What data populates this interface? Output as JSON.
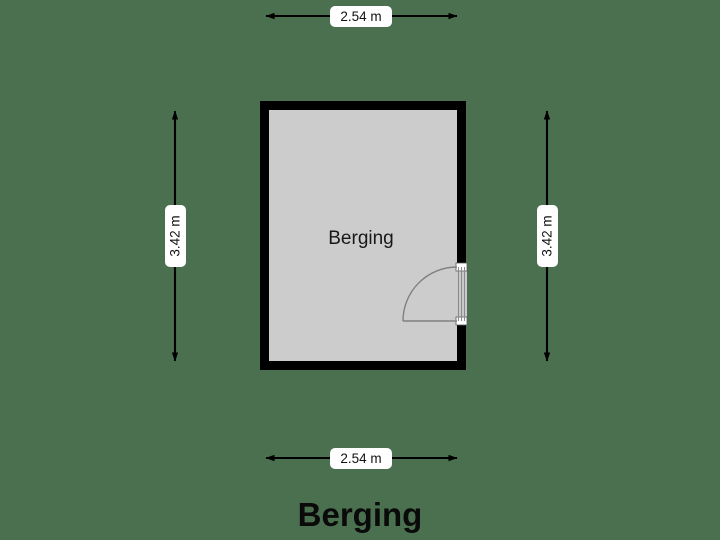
{
  "plan": {
    "title": "Berging",
    "background_color": "#4a7050",
    "room": {
      "name": "Berging",
      "fill_color": "#cccccc",
      "wall_color": "#000000"
    },
    "door": {
      "name": "door-swing",
      "wall": "right",
      "hinge": "top",
      "swing_color": "#808080"
    },
    "dimensions": {
      "top": {
        "label": "2.54 m",
        "orientation": "horizontal",
        "value": 2.54,
        "unit": "m"
      },
      "bottom": {
        "label": "2.54 m",
        "orientation": "horizontal",
        "value": 2.54,
        "unit": "m"
      },
      "left": {
        "label": "3.42 m",
        "orientation": "vertical",
        "value": 3.42,
        "unit": "m"
      },
      "right": {
        "label": "3.42 m",
        "orientation": "vertical",
        "value": 3.42,
        "unit": "m"
      }
    }
  }
}
